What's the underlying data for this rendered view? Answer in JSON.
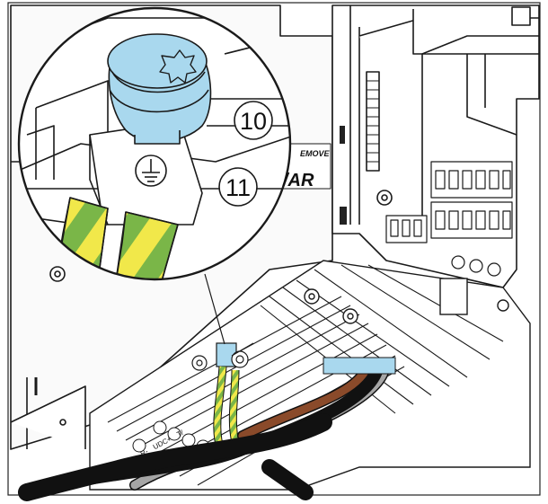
{
  "callouts": [
    {
      "number": "10"
    },
    {
      "number": "11"
    }
  ],
  "device_labels": {
    "remove_text": "EMOVE",
    "var_text": "/AR"
  },
  "terminal_markings": {
    "text_1": "R-",
    "text_2": "UDC+",
    "text_3": "T/"
  },
  "colors": {
    "screw_blue": "#a9d8ee",
    "wire_green": "#7ab648",
    "wire_yellow": "#f1e84a",
    "wire_brown": "#8a4a2a",
    "wire_black": "#111111",
    "wire_grey": "#a6a6a6",
    "outline": "#1a1a1a"
  }
}
